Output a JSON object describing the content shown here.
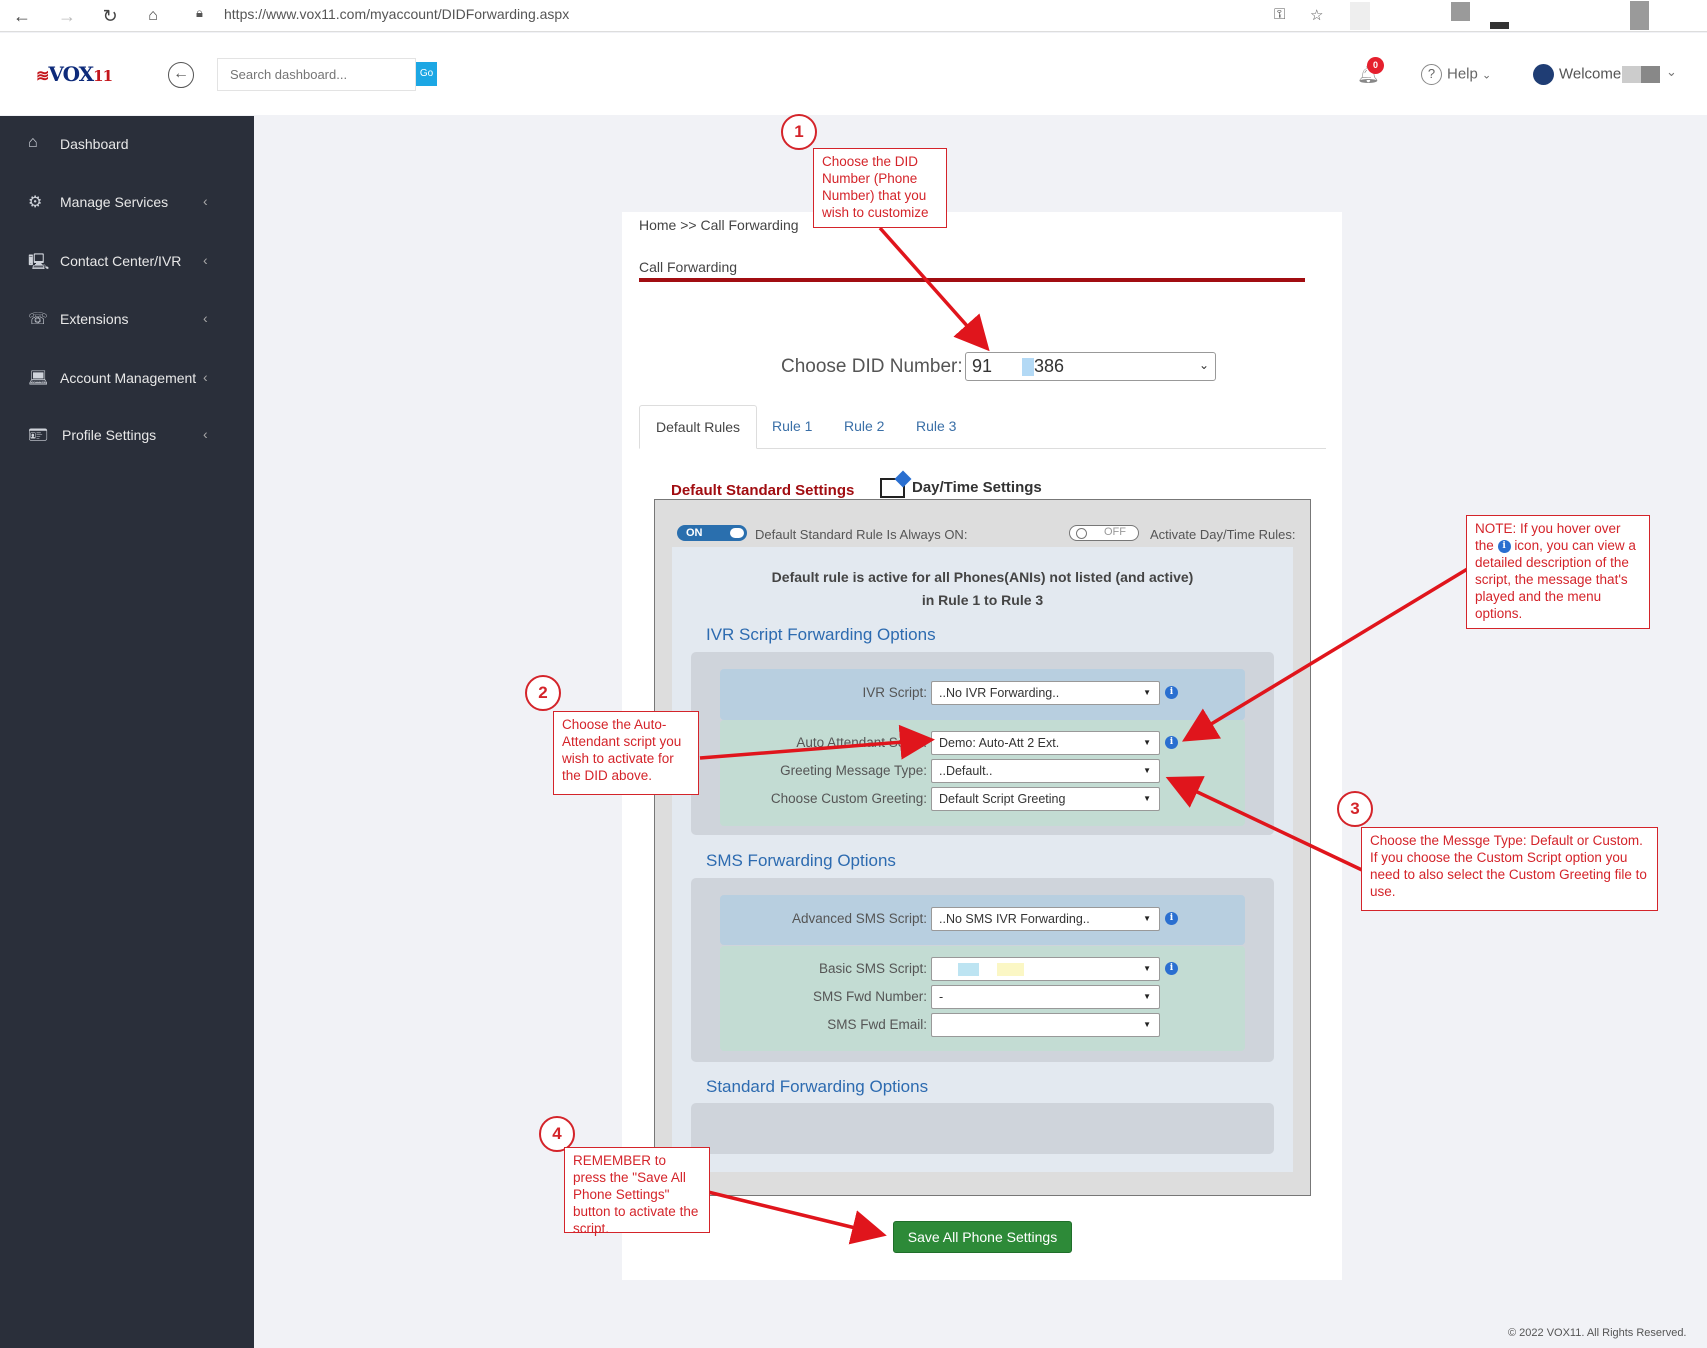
{
  "browser": {
    "url": "https://www.vox11.com/myaccount/DIDForwarding.aspx"
  },
  "header": {
    "logo_text": "VOX",
    "logo_num": "11",
    "search_placeholder": "Search dashboard...",
    "search_button": "Go",
    "notifications_count": "0",
    "help_label": "Help",
    "welcome_label": "Welcome"
  },
  "sidebar": {
    "items": [
      {
        "label": "Dashboard",
        "icon": "home-icon"
      },
      {
        "label": "Manage Services",
        "icon": "gear-icon"
      },
      {
        "label": "Contact Center/IVR",
        "icon": "monitor-phone-icon"
      },
      {
        "label": "Extensions",
        "icon": "phone-icon"
      },
      {
        "label": "Account Management",
        "icon": "laptop-icon"
      },
      {
        "label": "Profile Settings",
        "icon": "id-card-icon"
      }
    ]
  },
  "main": {
    "breadcrumb": "Home >> Call Forwarding",
    "page_title": "Call Forwarding",
    "did_label": "Choose DID Number:",
    "did_value_prefix": "91",
    "did_value_suffix": "386",
    "tabs": [
      {
        "label": "Default Rules",
        "active": true
      },
      {
        "label": "Rule 1",
        "active": false
      },
      {
        "label": "Rule 2",
        "active": false
      },
      {
        "label": "Rule 3",
        "active": false
      }
    ],
    "subtab_default": "Default Standard Settings",
    "subtab_daytime": "Day/Time Settings",
    "toggle_on_text": "ON",
    "toggle_on_label": "Default Standard Rule Is Always ON:",
    "toggle_off_text": "OFF",
    "toggle_off_label": "Activate Day/Time Rules:",
    "default_msg_line1": "Default rule is active for all Phones(ANIs) not listed (and active)",
    "default_msg_line2": "in Rule 1 to Rule 3",
    "ivr": {
      "title": "IVR Script Forwarding Options",
      "ivr_script_label": "IVR Script:",
      "ivr_script_value": "..No IVR Forwarding..",
      "auto_att_label": "Auto Attendant Script:",
      "auto_att_value": "Demo: Auto-Att 2 Ext.",
      "greeting_type_label": "Greeting Message Type:",
      "greeting_type_value": "..Default..",
      "custom_greeting_label": "Choose Custom Greeting:",
      "custom_greeting_value": "Default Script Greeting"
    },
    "sms": {
      "title": "SMS Forwarding Options",
      "advanced_label": "Advanced SMS Script:",
      "advanced_value": "..No SMS IVR Forwarding..",
      "basic_label": "Basic SMS Script:",
      "basic_value": "",
      "fwd_number_label": "SMS Fwd Number:",
      "fwd_number_value": "-",
      "fwd_email_label": "SMS Fwd Email:",
      "fwd_email_value": ""
    },
    "standard": {
      "title": "Standard Forwarding Options"
    },
    "save_button": "Save All Phone Settings"
  },
  "footer": "© 2022 VOX11. All Rights Reserved.",
  "annotations": {
    "n1": "1",
    "c1": "Choose the DID Number (Phone Number) that you wish to customize",
    "n2": "2",
    "c2": "Choose the Auto-Attendant script you wish to activate for the DID above.",
    "n3": "3",
    "c3": "Choose the Messge Type: Default or Custom.  If you choose the Custom Script option you need to also select the Custom Greeting file to use.",
    "n4": "4",
    "c4": "REMEMBER to press the \"Save All Phone Settings\" button to activate the script.",
    "note_before": "NOTE: If you hover over the",
    "note_after": "icon, you can view a detailed description of the script, the message that's played and the menu options."
  },
  "colors": {
    "sidebar_bg": "#2a2f3a",
    "accent_red": "#a10d11",
    "link_blue": "#2d6bb0",
    "save_green": "#2d8a38",
    "annotation_red": "#d4242a"
  }
}
